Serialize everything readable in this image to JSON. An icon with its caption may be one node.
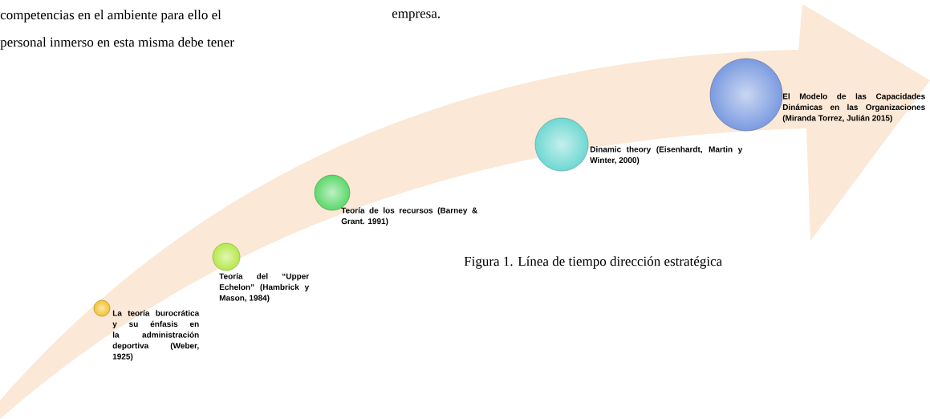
{
  "diagram": {
    "caption": "Figura 1. Línea de tiempo dirección estratégica",
    "nodes": [
      {
        "text": [],
        "shape": "circle",
        "beside": [
          "La teoría burocrática y su énfasis en la administración deportiva (Weber, 1925)"
        ]
      },
      {
        "text": [],
        "shape": "circle",
        "beside": [
          "Teoría del “Upper Echelon” (Hambrick y Mason, 1984)"
        ]
      },
      {
        "text": [],
        "shape": "circle",
        "beside": [
          "Teoría de los recursos (Barney & Grant. 1991)"
        ]
      },
      {
        "text": [],
        "shape": "circle",
        "beside": [
          "Dinamic theory (Eisenhardt, Martin y Winter, 2000)"
        ]
      },
      {
        "text": [],
        "shape": "circle",
        "beside": [
          "El Modelo de las Capacidades Dinámicas en las Organizaciones (Miranda Torrez, Julián 2015)"
        ]
      }
    ],
    "labels": [
      "competencias en el ambiente para ello el",
      "personal inmerso en esta misma debe tener",
      "empresa."
    ]
  }
}
